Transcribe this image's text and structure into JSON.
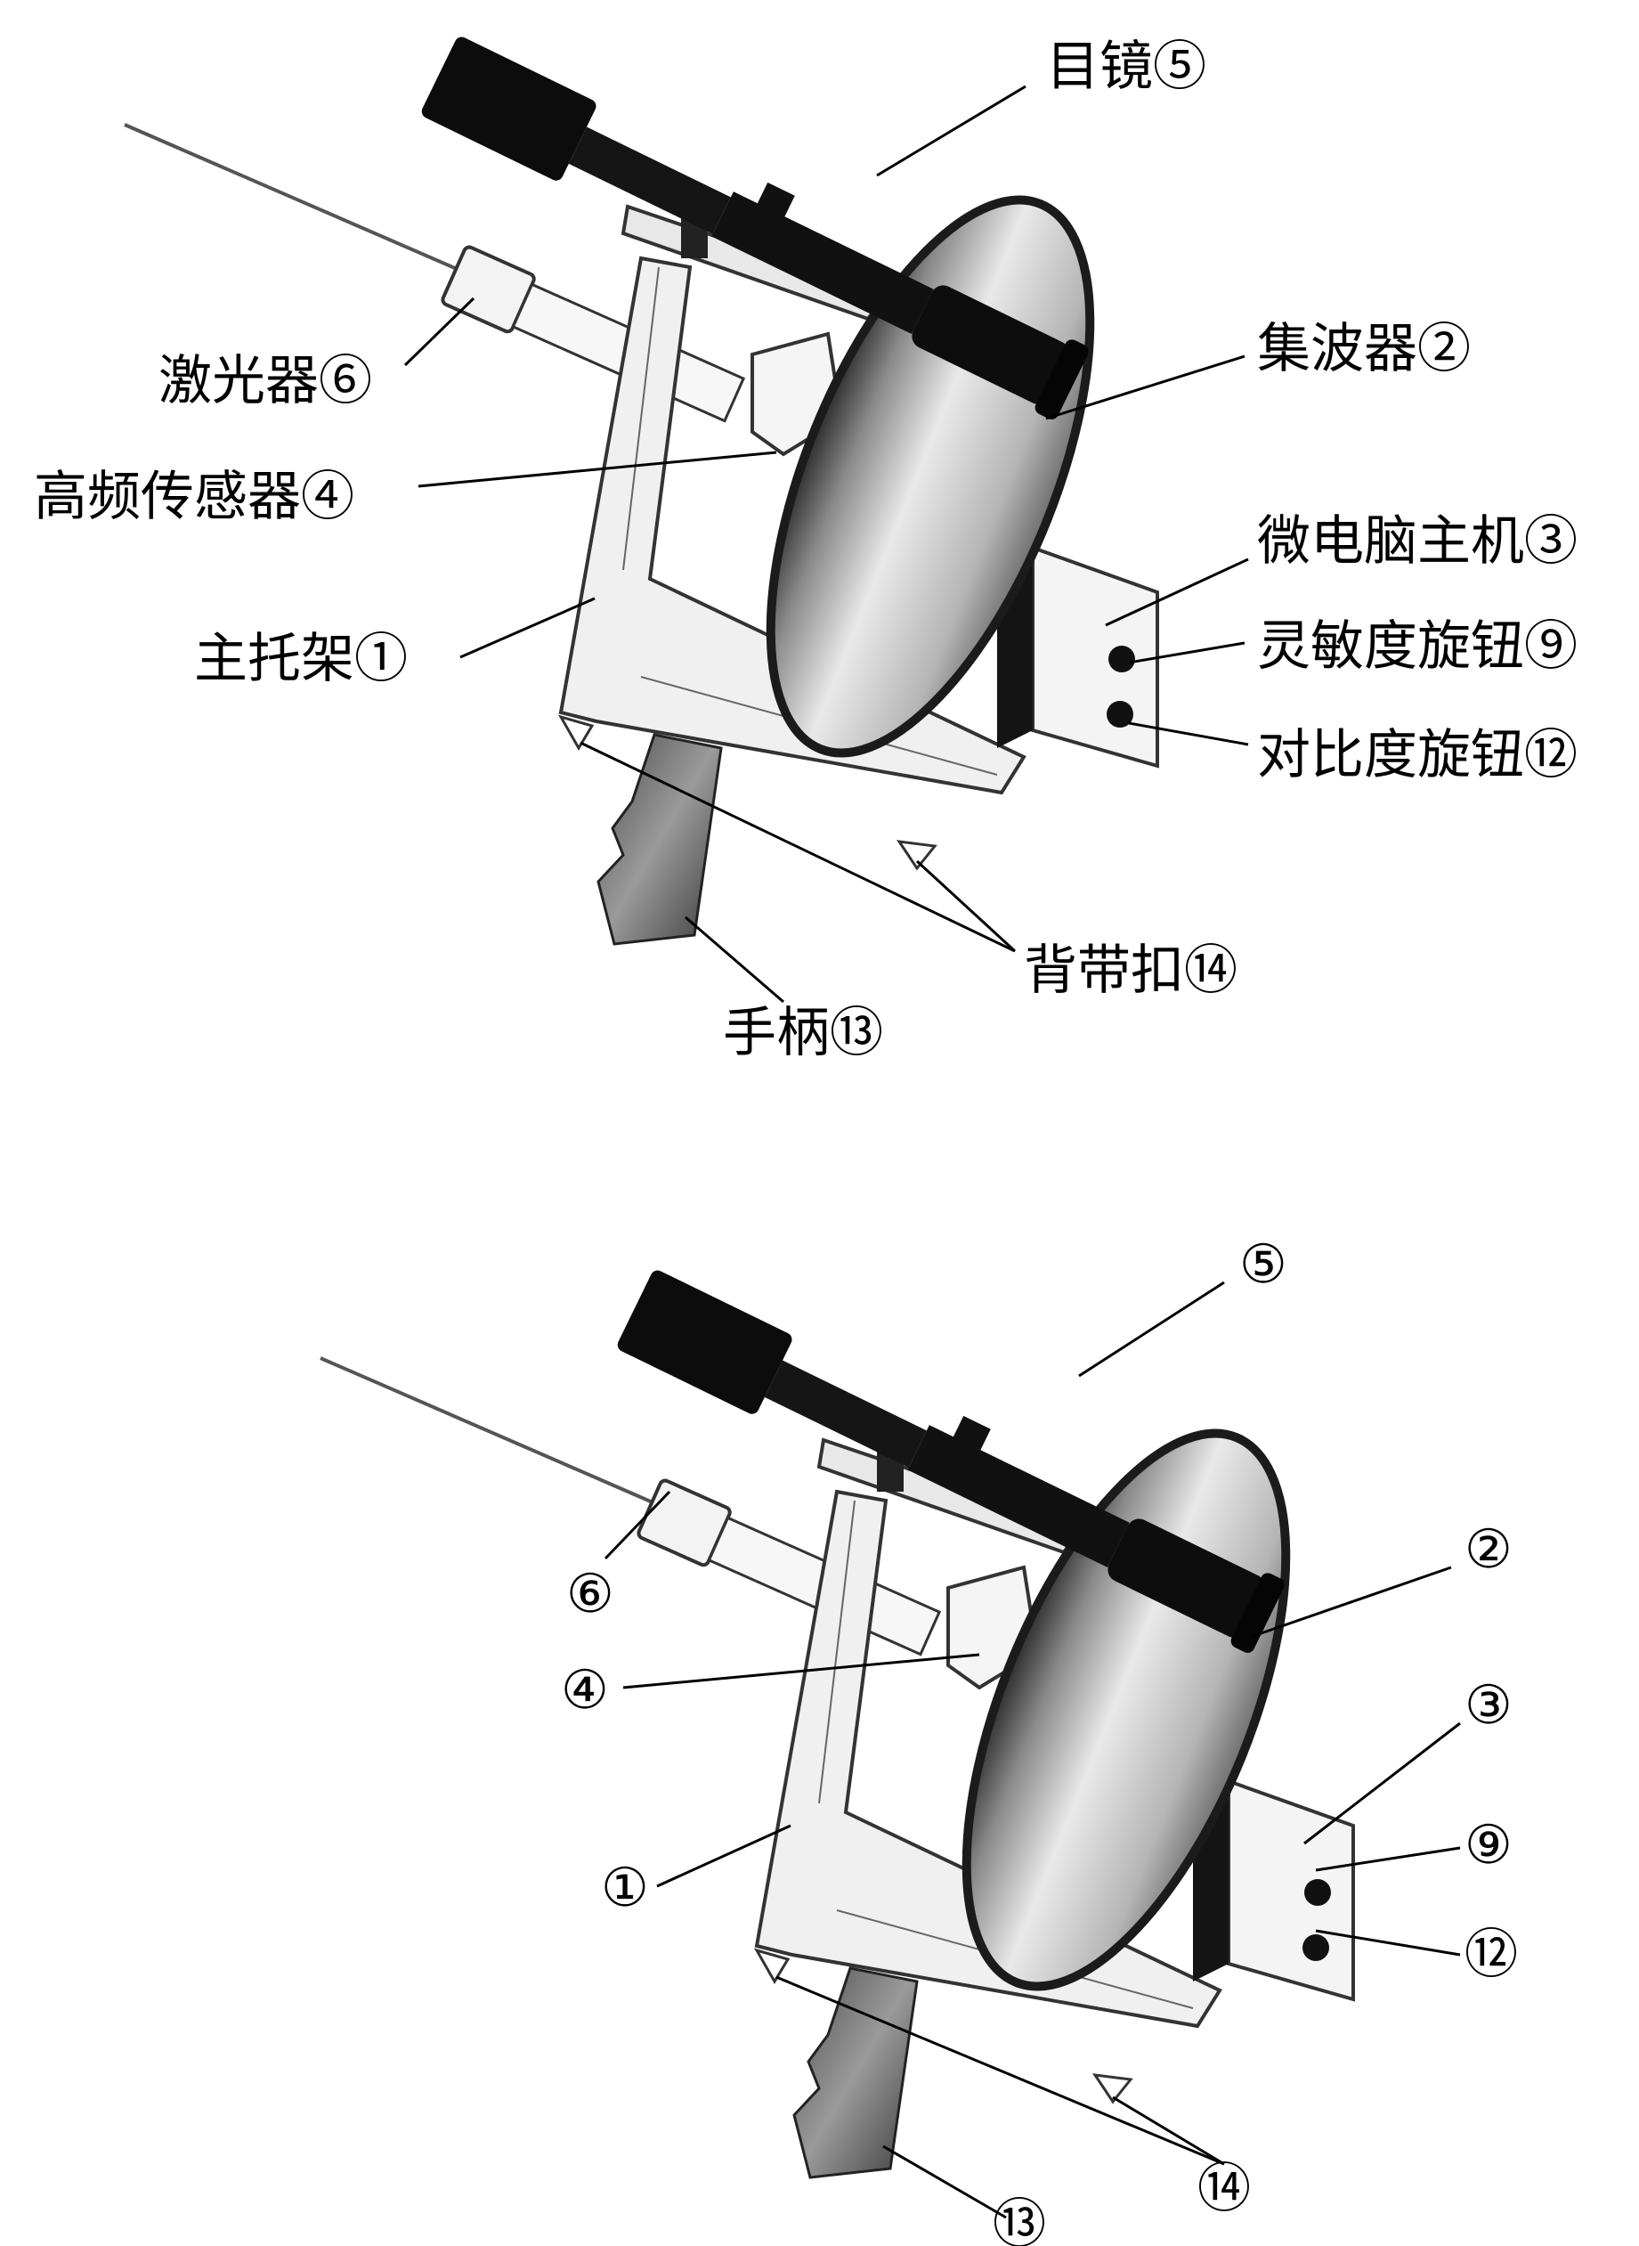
{
  "top_labels": {
    "eyepiece": "目镜⑤",
    "laser": "激光器⑥",
    "collector": "集波器②",
    "hf_sensor": "高频传感器④",
    "host": "微电脑主机③",
    "main_bracket": "主托架①",
    "sensitivity_knob": "灵敏度旋钮⑨",
    "contrast_knob": "对比度旋钮⑫",
    "strap_buckle": "背带扣⑭",
    "handle": "手柄⑬"
  },
  "bottom_labels": {
    "eyepiece": "⑤",
    "collector": "②",
    "laser": "⑥",
    "host": "③",
    "hf_sensor": "④",
    "sensitivity_knob": "⑨",
    "main_bracket": "①",
    "contrast_knob": "⑫",
    "strap_buckle": "⑭",
    "handle": "⑬"
  }
}
